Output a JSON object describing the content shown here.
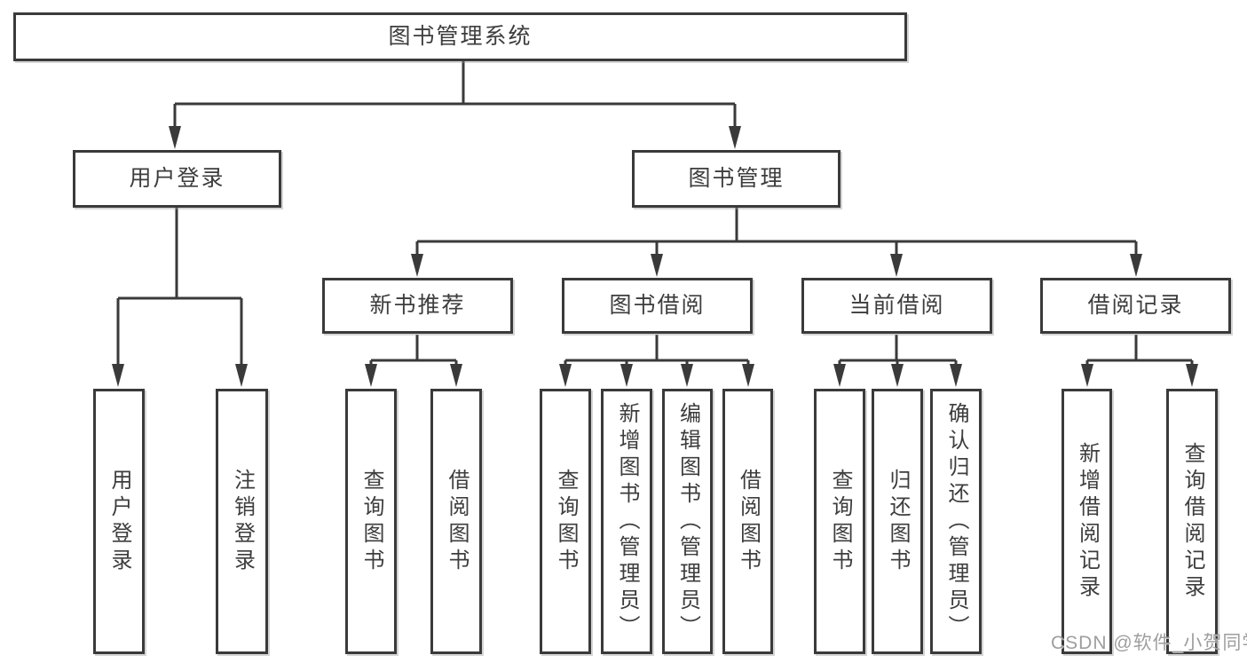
{
  "diagram": {
    "type": "hierarchy-tree",
    "orientation": "top-down",
    "colors": {
      "background": "#ffffff",
      "line": "#3a3a3a",
      "box_border": "#3a3a3a",
      "text": "#3d3d3d",
      "watermark": "#9e9e9e"
    },
    "watermark": "CSDN @软件_小贺同学",
    "tree": {
      "label": "图书管理系统",
      "children": [
        {
          "label": "用户登录",
          "children": [
            {
              "label": "用户登录"
            },
            {
              "label": "注销登录"
            }
          ]
        },
        {
          "label": "图书管理",
          "children": [
            {
              "label": "新书推荐",
              "children": [
                {
                  "label": "查询图书"
                },
                {
                  "label": "借阅图书"
                }
              ]
            },
            {
              "label": "图书借阅",
              "children": [
                {
                  "label": "查询图书"
                },
                {
                  "label": "新增图书（管理员）"
                },
                {
                  "label": "编辑图书（管理员）"
                },
                {
                  "label": "借阅图书"
                }
              ]
            },
            {
              "label": "当前借阅",
              "children": [
                {
                  "label": "查询图书"
                },
                {
                  "label": "归还图书"
                },
                {
                  "label": "确认归还（管理员）"
                }
              ]
            },
            {
              "label": "借阅记录",
              "children": [
                {
                  "label": "新增借阅记录"
                },
                {
                  "label": "查询借阅记录"
                }
              ]
            }
          ]
        }
      ]
    }
  }
}
